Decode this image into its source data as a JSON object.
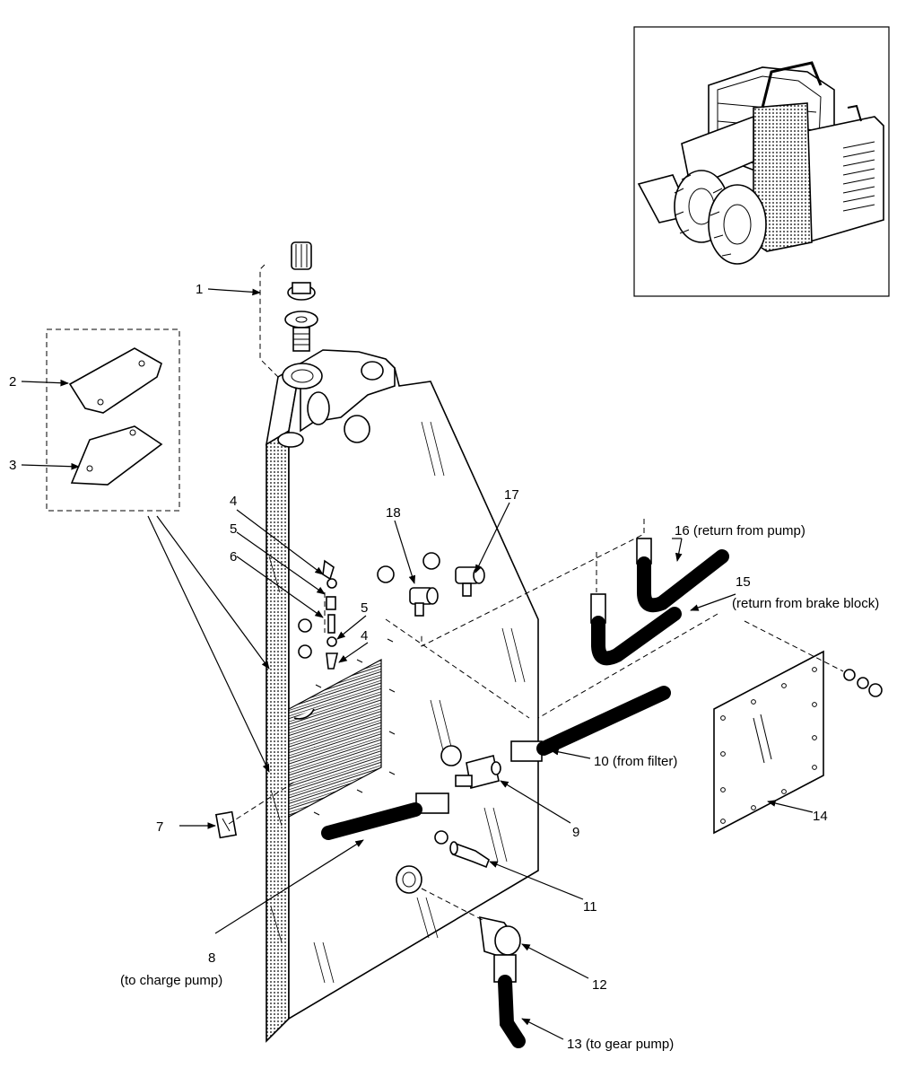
{
  "callouts": {
    "c1": "1",
    "c2": "2",
    "c3": "3",
    "c4a": "4",
    "c4b": "4",
    "c5a": "5",
    "c5b": "5",
    "c6": "6",
    "c7": "7",
    "c8": "8",
    "c8_note": "(to charge pump)",
    "c9": "9",
    "c10": "10 (from filter)",
    "c11": "11",
    "c12": "12",
    "c13": "13 (to gear pump)",
    "c14": "14",
    "c15": "15",
    "c15_note": "(return from brake block)",
    "c16": "16 (return from pump)",
    "c17": "17",
    "c18": "18"
  }
}
